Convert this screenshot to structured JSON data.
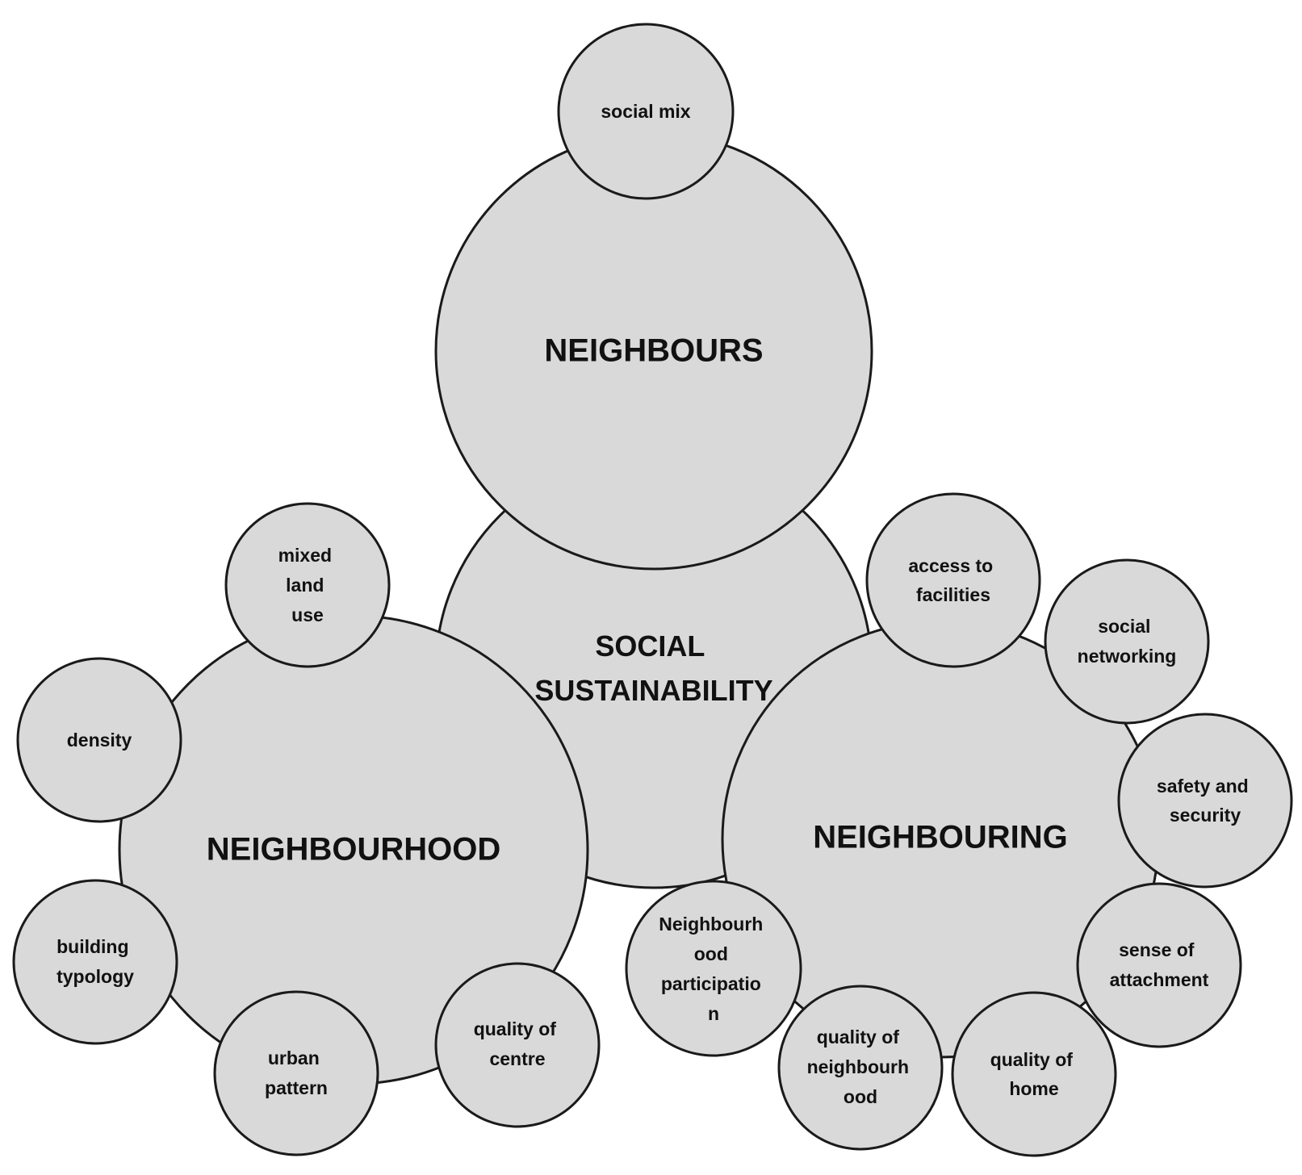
{
  "center": {
    "lines": [
      "SOCIAL",
      "SUSTAINABILITY"
    ]
  },
  "neighbours": {
    "label": "NEIGHBOURS",
    "factors": [
      {
        "lines": [
          "social mix"
        ]
      }
    ]
  },
  "neighbourhood": {
    "label": "NEIGHBOURHOOD",
    "factors": [
      {
        "lines": [
          "mixed",
          "land",
          "use"
        ]
      },
      {
        "lines": [
          "density"
        ]
      },
      {
        "lines": [
          "building",
          "typology"
        ]
      },
      {
        "lines": [
          "urban",
          "pattern"
        ]
      },
      {
        "lines": [
          "quality of",
          "centre"
        ]
      }
    ]
  },
  "neighbouring": {
    "label": "NEIGHBOURING",
    "factors": [
      {
        "lines": [
          "access to",
          "facilities"
        ]
      },
      {
        "lines": [
          "social",
          "networking"
        ]
      },
      {
        "lines": [
          "safety and",
          "security"
        ]
      },
      {
        "lines": [
          "sense of",
          "attachment"
        ]
      },
      {
        "lines": [
          "quality of",
          "home"
        ]
      },
      {
        "lines": [
          "quality of",
          "neighbourh",
          "ood"
        ]
      },
      {
        "lines": [
          "Neighbourh",
          "ood",
          "participatio",
          "n"
        ]
      }
    ]
  }
}
